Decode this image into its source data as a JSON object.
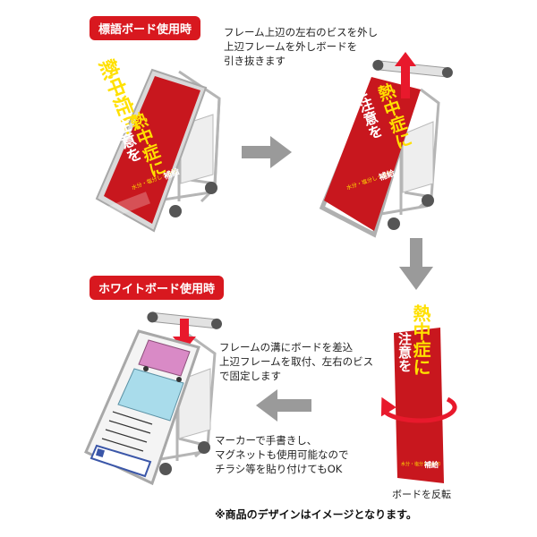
{
  "labels": {
    "sign_board_mode": "標語ボード使用時",
    "whiteboard_mode": "ホワイトボード使用時"
  },
  "instructions": {
    "step1": [
      "フレーム上辺の左右のビスを外し",
      "上辺フレームを外しボードを",
      "引き抜きます"
    ],
    "step2": [
      "フレームの溝にボードを差込",
      "上辺フレームを取付、左右のビス",
      "で固定します"
    ],
    "step3": [
      "マーカーで手書きし、",
      "マグネットも使用可能なので",
      "チラシ等を貼り付けてもOK"
    ]
  },
  "flip_caption": "ボードを反転",
  "footnote": "※商品のデザインはイメージとなります。",
  "poster": {
    "line1": "熱中症に",
    "line2": "ご注意を",
    "sub_small": "水分・塩分しっかり",
    "sub_big": "補給"
  },
  "colors": {
    "accent_red": "#d8181f",
    "arrow_gray": "#9a9a9a",
    "poster_yellow": "#ffe000",
    "frame_gray": "#c9c9c9",
    "panel_pink": "#d98ac6",
    "panel_blue": "#a9dceb"
  }
}
